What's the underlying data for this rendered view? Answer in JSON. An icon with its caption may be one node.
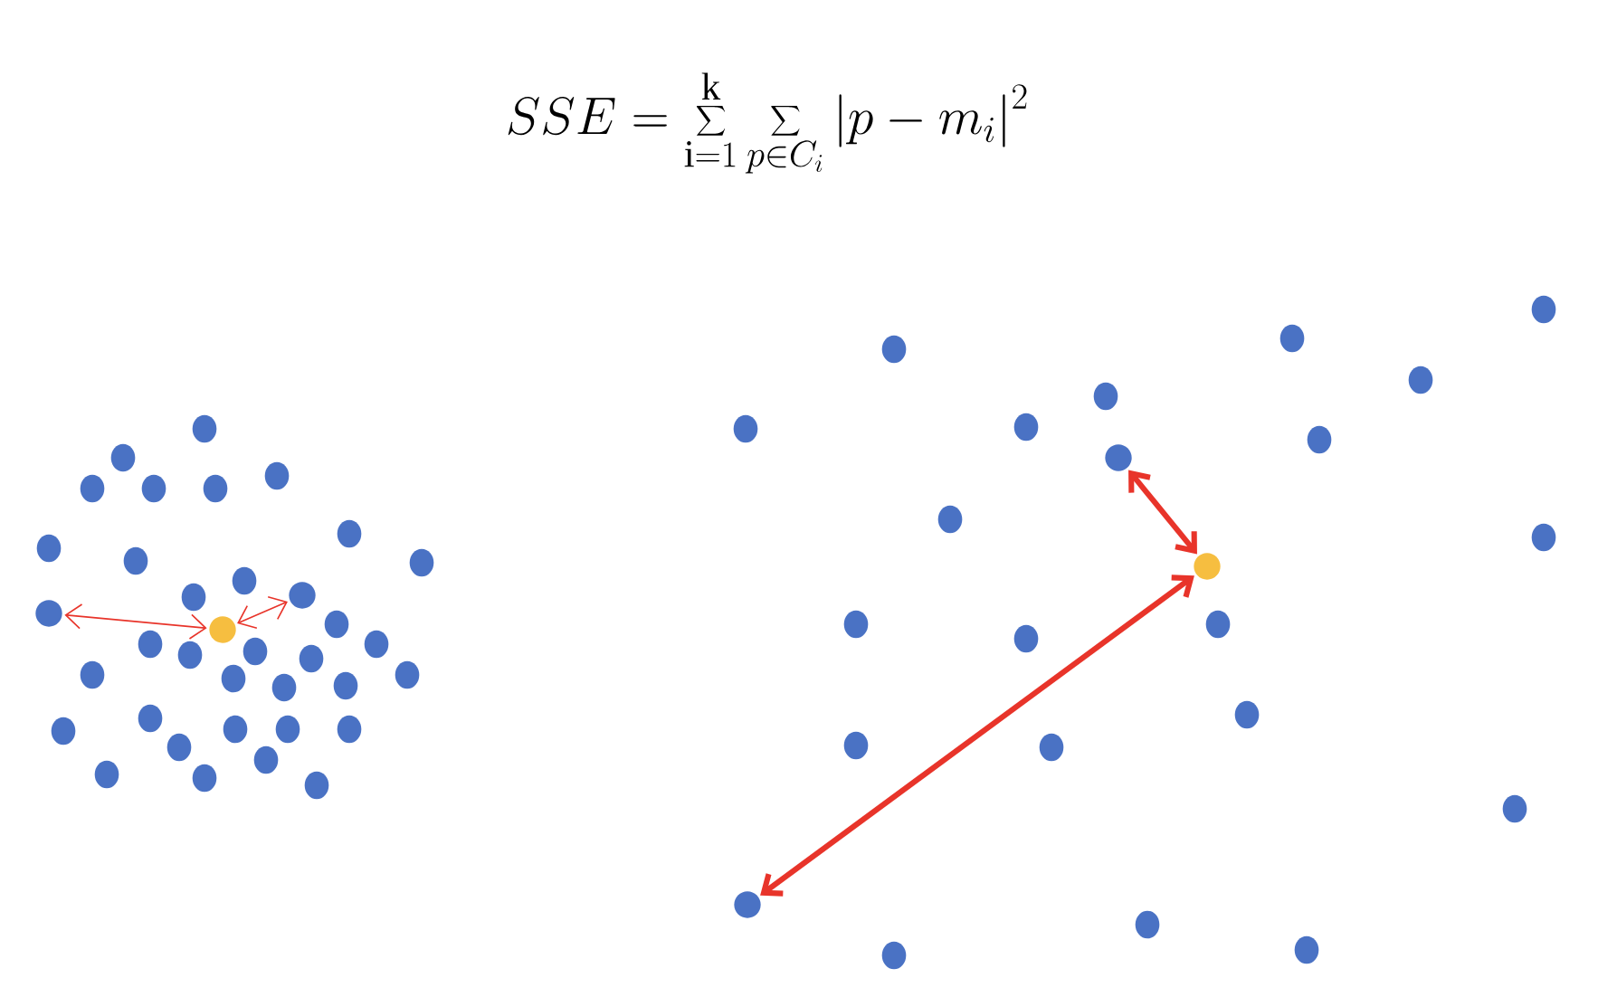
{
  "diagram": {
    "title": "SSE=\\sum_{\\mathrm{i}=1}^{\\mathrm{k}}\\sum_{p\\in C_i}\\left|p-m_i\\right|^2",
    "nodes": [
      {
        "text": [],
        "shape": "circle"
      },
      {
        "text": [],
        "shape": "circle"
      },
      {
        "text": [],
        "shape": "circle"
      },
      {
        "text": [],
        "shape": "circle"
      },
      {
        "text": [],
        "shape": "circle"
      },
      {
        "text": [],
        "shape": "circle"
      }
    ],
    "edges": [
      {
        "from": 1,
        "to": 0,
        "arrow": "both"
      },
      {
        "from": 1,
        "to": 2,
        "arrow": "both"
      },
      {
        "from": 4,
        "to": 3,
        "arrow": "both",
        "style": "thick"
      },
      {
        "from": 4,
        "to": 5,
        "arrow": "both",
        "style": "thick"
      }
    ]
  }
}
